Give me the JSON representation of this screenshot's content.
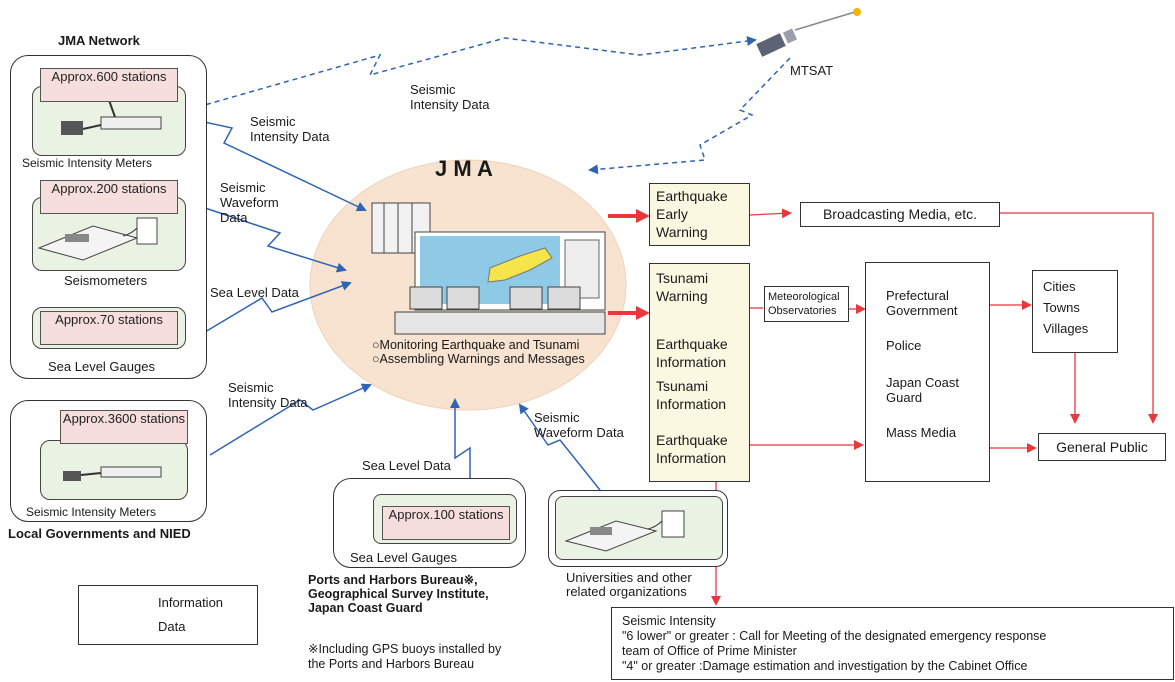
{
  "jma_network": {
    "title": "JMA Network",
    "group1": {
      "count": "Approx.600 stations",
      "label": "Seismic Intensity Meters"
    },
    "group2": {
      "count": "Approx.200 stations",
      "label": "Seismometers"
    },
    "group3": {
      "count": "Approx.70 stations",
      "label": "Sea Level Gauges"
    }
  },
  "local": {
    "count": "Approx.3600 stations",
    "label": "Seismic Intensity Meters",
    "caption": "Local Governments and NIED"
  },
  "ports": {
    "count": "Approx.100 stations",
    "label": "Sea Level Gauges",
    "caption_lines": [
      "Ports and Harbors Bureau※,",
      "Geographical Survey Institute,",
      "Japan Coast Guard"
    ],
    "note_lines": [
      "※Including GPS buoys installed by",
      "the Ports and Harbors Bureau"
    ]
  },
  "universities": {
    "caption_lines": [
      "Universities and other",
      "related organizations"
    ]
  },
  "jma": {
    "title": "J M A",
    "bullets": [
      "○Monitoring Earthquake and Tsunami",
      "○Assembling Warnings and   Messages"
    ]
  },
  "satellite": {
    "label": "MTSAT"
  },
  "flow_labels": {
    "seismic_intensity_1": [
      "Seismic",
      "Intensity Data"
    ],
    "seismic_intensity_sat": [
      "Seismic",
      "Intensity Data"
    ],
    "seismic_waveform_1": [
      "Seismic",
      "Waveform",
      "Data"
    ],
    "sea_level_1": "Sea Level Data",
    "seismic_intensity_2": [
      "Seismic",
      "Intensity Data"
    ],
    "sea_level_2": "Sea Level Data",
    "seismic_waveform_2": [
      "Seismic",
      "Waveform Data"
    ]
  },
  "outputs": {
    "eew": [
      "Earthquake",
      "Early",
      "Warning"
    ],
    "tsunami_warning": [
      "Tsunami",
      "Warning"
    ],
    "eq_info_1": [
      "Earthquake",
      "Information"
    ],
    "tsunami_info": [
      "Tsunami",
      "Information"
    ],
    "eq_info_2": [
      "Earthquake",
      "Information"
    ]
  },
  "broadcasting": "Broadcasting Media, etc.",
  "met_obs": [
    "Meteorological",
    "Observatories"
  ],
  "agencies": {
    "prefectural": [
      "Prefectural",
      "Government"
    ],
    "police": "Police",
    "coast_guard": [
      "Japan Coast",
      "Guard"
    ],
    "mass_media": "Mass Media"
  },
  "municipal": [
    "Cities",
    "Towns",
    "Villages"
  ],
  "general_public": "General Public",
  "seismic_intensity_box": [
    "Seismic Intensity",
    "\"6 lower\" or greater : Call for Meeting of the designated emergency response",
    "team of Office of Prime Minister",
    "\"4\" or greater :Damage estimation and investigation by the Cabinet Office"
  ],
  "legend": {
    "information": "Information",
    "data": "Data"
  },
  "colors": {
    "information": "#e8383d",
    "data": "#2f64b5",
    "jma_ellipse": "#f7e3d0",
    "station_fill": "#f6dedd",
    "device_bg": "#e9f2e3",
    "output_fill": "#fbf8e2"
  }
}
